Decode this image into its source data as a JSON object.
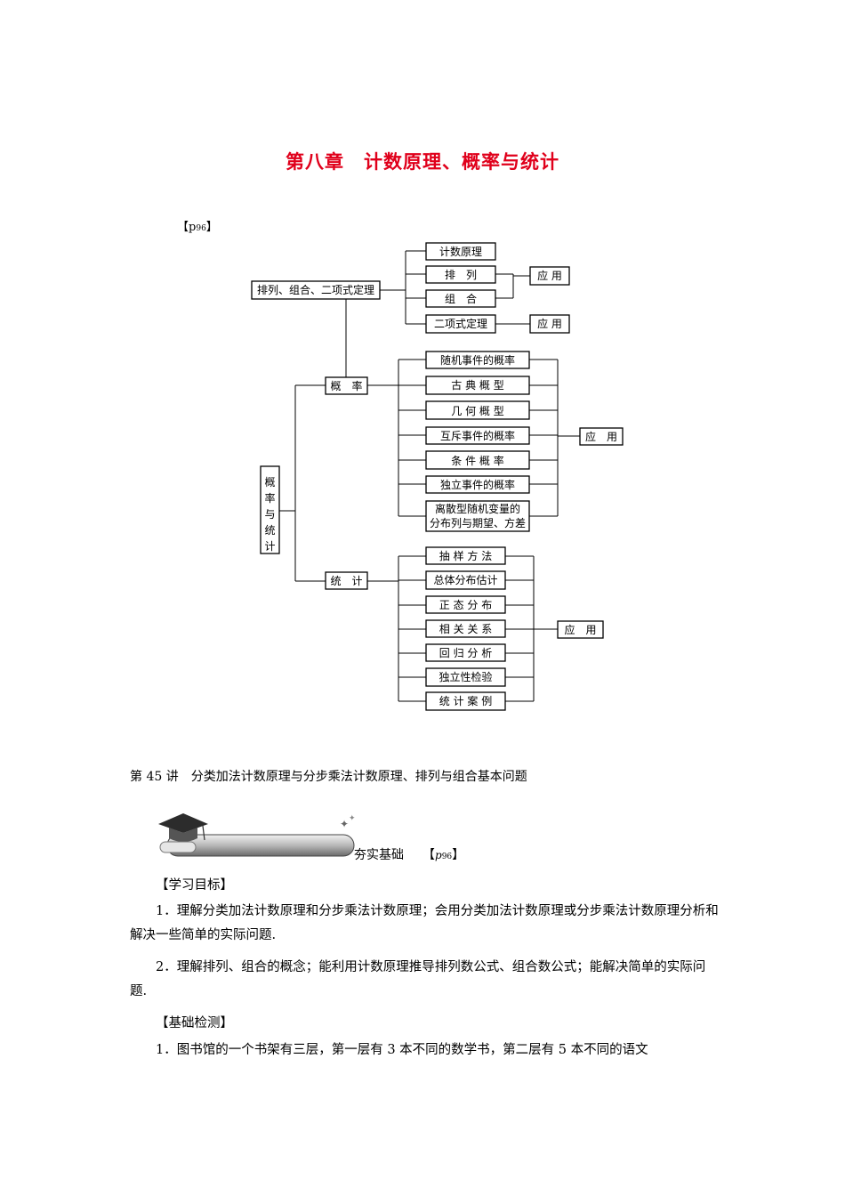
{
  "chapter_title": "第八章　计数原理、概率与统计",
  "page_ref": {
    "open": "【",
    "p": "p",
    "num": "96",
    "close": "】"
  },
  "diagram": {
    "section1": {
      "main": "排列、组合、二项式定理",
      "items": [
        "计数原理",
        "排　列",
        "组　合",
        "二项式定理"
      ],
      "apply1": "应 用",
      "apply2": "应 用"
    },
    "root": [
      "概",
      "率",
      "与",
      "统",
      "计"
    ],
    "prob": {
      "main": "概　率",
      "items": [
        "随机事件的概率",
        "古 典 概 型",
        "几 何 概 型",
        "互斥事件的概率",
        "条 件 概 率",
        "独立事件的概率"
      ],
      "last_line1": "离散型随机变量的",
      "last_line2": "分布列与期望、方差",
      "apply": "应　用"
    },
    "stat": {
      "main": "统　计",
      "items": [
        "抽 样 方 法",
        "总体分布估计",
        "正 态 分 布",
        "相 关 关 系",
        "回 归 分 析",
        "独立性检验",
        "统 计 案 例"
      ],
      "apply": "应　用"
    }
  },
  "lecture_title": "第 45 讲　分类加法计数原理与分步乘法计数原理、排列与组合基本问题",
  "section": {
    "label": "夯实基础",
    "ref_open": "【",
    "ref_p": "p",
    "ref_num": "96",
    "ref_close": "】"
  },
  "learning_goals_heading": "【学习目标】",
  "goal1": "1．理解分类加法计数原理和分步乘法计数原理；会用分类加法计数原理或分步乘法计数原理分析和解决一些简单的实际问题.",
  "goal2": "2．理解排列、组合的概念；能利用计数原理推导排列数公式、组合数公式；能解决简单的实际问题.",
  "basic_test_heading": "【基础检测】",
  "q1": "1．图书馆的一个书架有三层，第一层有 3 本不同的数学书，第二层有 5 本不同的语文"
}
